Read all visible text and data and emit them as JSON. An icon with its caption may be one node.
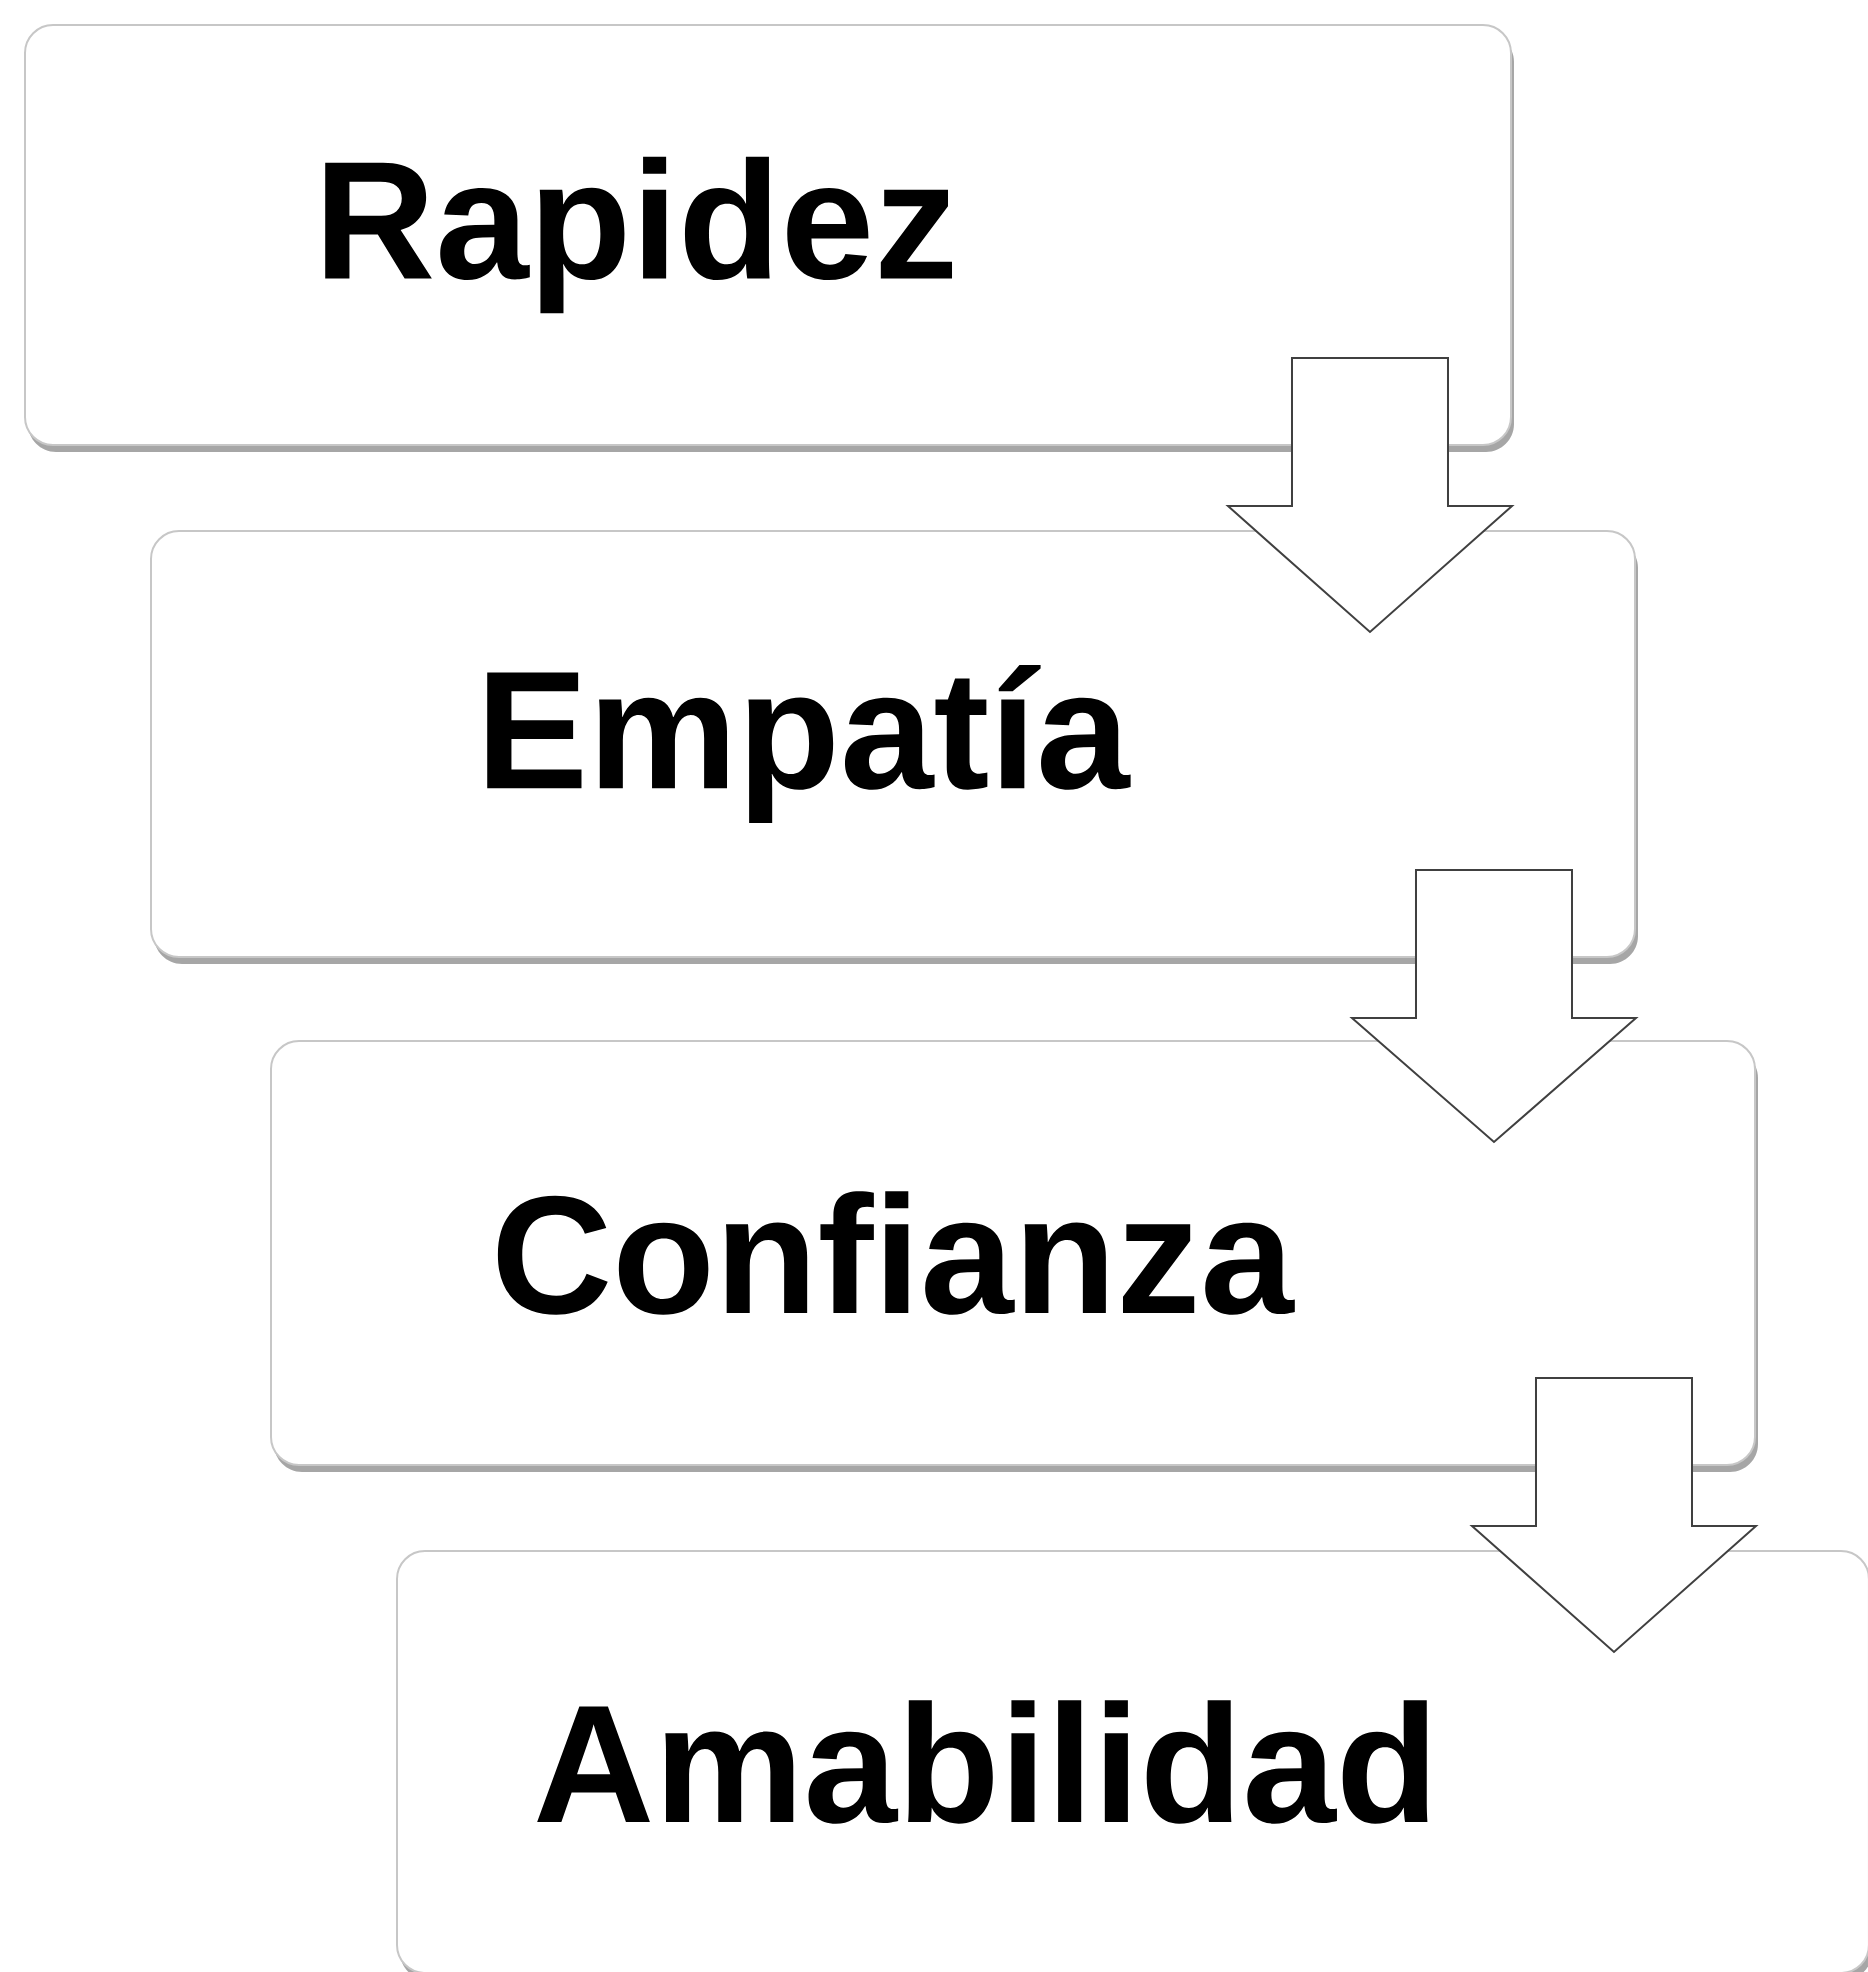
{
  "diagram": {
    "nodes": [
      {
        "text": [
          "Rapidez"
        ]
      },
      {
        "text": [
          "Empatía"
        ]
      },
      {
        "text": [
          "Confianza"
        ]
      },
      {
        "text": [
          "Amabilidad"
        ]
      }
    ],
    "edges": [
      {
        "from": 0,
        "to": 1,
        "arrow": "to"
      },
      {
        "from": 1,
        "to": 2,
        "arrow": "to"
      },
      {
        "from": 2,
        "to": 3,
        "arrow": "to"
      }
    ]
  }
}
